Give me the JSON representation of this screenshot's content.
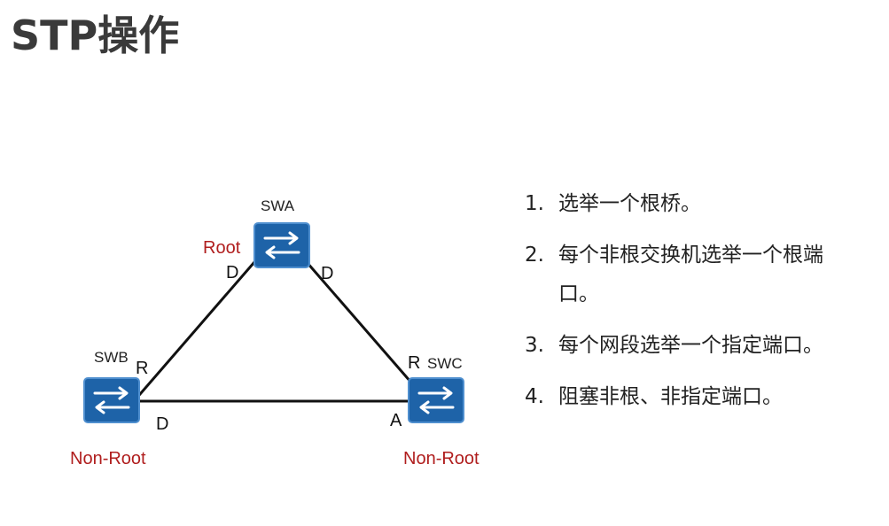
{
  "title": "STP操作",
  "colors": {
    "switch_fill": "#1e63a8",
    "switch_border": "#4f8fcf",
    "root_label": "#b01e1e",
    "link": "#111111",
    "title": "#3a3a3a"
  },
  "diagram": {
    "switches": [
      {
        "name": "SWA",
        "role": "Root",
        "icon": "switch-icon"
      },
      {
        "name": "SWB",
        "role": "Non-Root",
        "icon": "switch-icon"
      },
      {
        "name": "SWC",
        "role": "Non-Root",
        "icon": "switch-icon"
      }
    ],
    "port_labels": {
      "swa_left": "D",
      "swa_right": "D",
      "swb_top": "R",
      "swb_bottom": "D",
      "swc_top": "R",
      "swc_bottom": "A"
    }
  },
  "steps": [
    {
      "num": "1.",
      "text": "选举一个根桥。"
    },
    {
      "num": "2.",
      "text": "每个非根交换机选举一个根端口。"
    },
    {
      "num": "3.",
      "text": "每个网段选举一个指定端口。"
    },
    {
      "num": "4.",
      "text": "阻塞非根、非指定端口。"
    }
  ]
}
